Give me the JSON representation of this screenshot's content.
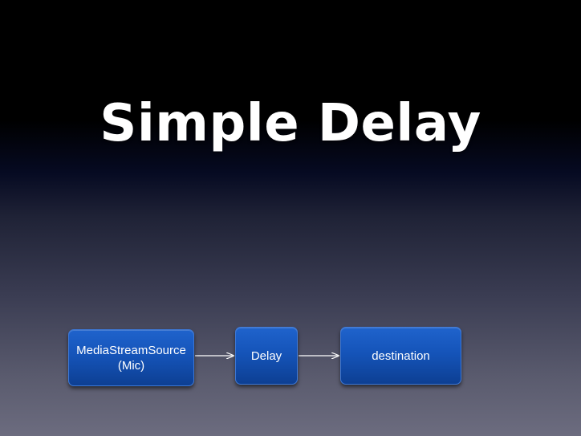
{
  "slide": {
    "title": "Simple Delay"
  },
  "diagram": {
    "nodes": [
      {
        "id": "source",
        "label": "MediaStreamSource\n(Mic)"
      },
      {
        "id": "delay",
        "label": "Delay"
      },
      {
        "id": "destination",
        "label": "destination"
      }
    ],
    "edges": [
      {
        "from": "source",
        "to": "delay"
      },
      {
        "from": "delay",
        "to": "destination"
      }
    ]
  },
  "colors": {
    "node_fill": "#1554b9",
    "node_border": "#3d78d6",
    "arrow": "#ffffff",
    "title": "#ffffff"
  }
}
